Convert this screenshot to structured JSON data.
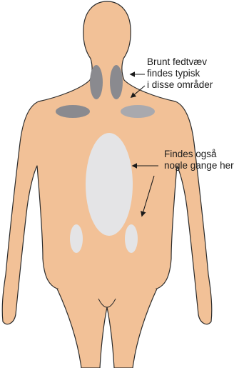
{
  "annotations": {
    "brown_fat": {
      "lines": [
        "Brunt fedtvæv",
        "findes typisk",
        "i disse områder"
      ]
    },
    "also_found": {
      "lines": [
        "Findes også",
        "nogle gange her"
      ]
    }
  },
  "colors": {
    "skin": "#f2c197",
    "outline": "#2b2b2b",
    "fat_dark": "#8a8a8f",
    "fat_mid": "#a9a9ae",
    "fat_light": "#e4e4e6",
    "arrow": "#1a1a1a"
  }
}
